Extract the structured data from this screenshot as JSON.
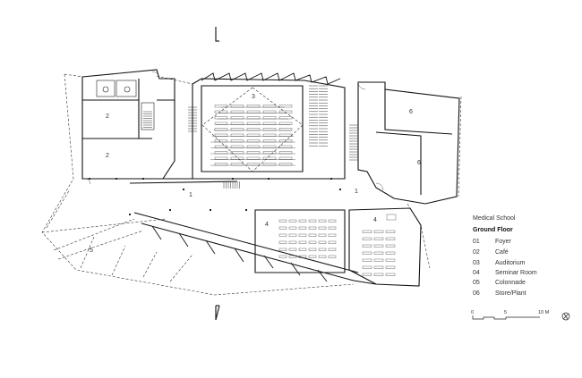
{
  "drawing": {
    "subtitle": "Medical School",
    "floor": "Ground Floor"
  },
  "legend": [
    {
      "num": "01",
      "name": "Foyer"
    },
    {
      "num": "02",
      "name": "Café"
    },
    {
      "num": "03",
      "name": "Auditorium"
    },
    {
      "num": "04",
      "name": "Seminar Room"
    },
    {
      "num": "05",
      "name": "Colonnade"
    },
    {
      "num": "06",
      "name": "Store/Plant"
    }
  ],
  "room_labels": {
    "cafe_upper": "2",
    "cafe_lower": "2",
    "auditorium": "3",
    "foyer_left": "1",
    "foyer_right": "1",
    "seminar_left": "4",
    "seminar_right": "4",
    "colonnade": "5",
    "store_upper": "6",
    "store_lower": "6"
  },
  "scale_bar": {
    "start": "0",
    "mid": "5",
    "end": "10 M"
  }
}
